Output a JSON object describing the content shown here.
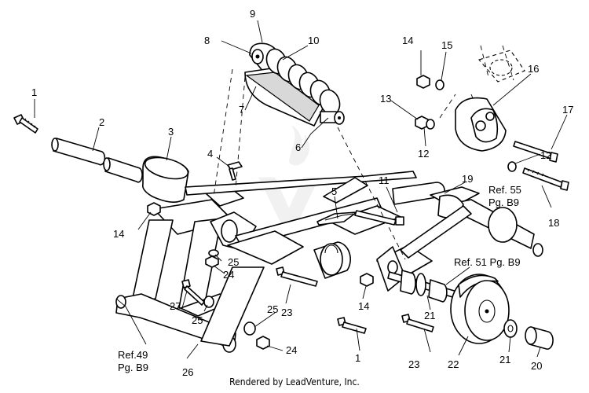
{
  "diagram": {
    "callouts": [
      {
        "id": "c1",
        "label": "1"
      },
      {
        "id": "c2",
        "label": "2"
      },
      {
        "id": "c3",
        "label": "3"
      },
      {
        "id": "c4",
        "label": "4"
      },
      {
        "id": "c5",
        "label": "5"
      },
      {
        "id": "c6",
        "label": "6"
      },
      {
        "id": "c7",
        "label": "7"
      },
      {
        "id": "c8",
        "label": "8"
      },
      {
        "id": "c9",
        "label": "9"
      },
      {
        "id": "c10",
        "label": "10"
      },
      {
        "id": "c11",
        "label": "11"
      },
      {
        "id": "c12a",
        "label": "12"
      },
      {
        "id": "c12b",
        "label": "12"
      },
      {
        "id": "c13",
        "label": "13"
      },
      {
        "id": "c14a",
        "label": "14"
      },
      {
        "id": "c14b",
        "label": "14"
      },
      {
        "id": "c14c",
        "label": "14"
      },
      {
        "id": "c15",
        "label": "15"
      },
      {
        "id": "c16",
        "label": "16"
      },
      {
        "id": "c17",
        "label": "17"
      },
      {
        "id": "c18",
        "label": "18"
      },
      {
        "id": "c19",
        "label": "19"
      },
      {
        "id": "c1b",
        "label": "1"
      },
      {
        "id": "c20",
        "label": "20"
      },
      {
        "id": "c21a",
        "label": "21"
      },
      {
        "id": "c21b",
        "label": "21"
      },
      {
        "id": "c22",
        "label": "22"
      },
      {
        "id": "c23a",
        "label": "23"
      },
      {
        "id": "c23b",
        "label": "23"
      },
      {
        "id": "c24a",
        "label": "24"
      },
      {
        "id": "c24b",
        "label": "24"
      },
      {
        "id": "c25a",
        "label": "25"
      },
      {
        "id": "c25b",
        "label": "25"
      },
      {
        "id": "c25c",
        "label": "25"
      },
      {
        "id": "c26",
        "label": "26"
      },
      {
        "id": "c27",
        "label": "27"
      }
    ],
    "references": {
      "ref55_line1": "Ref. 55",
      "ref55_line2": "Pg. B9",
      "ref51": "Ref. 51 Pg. B9",
      "ref49_line1": "Ref.49",
      "ref49_line2": "Pg. B9"
    },
    "footer": "Rendered by LeadVenture, Inc."
  }
}
